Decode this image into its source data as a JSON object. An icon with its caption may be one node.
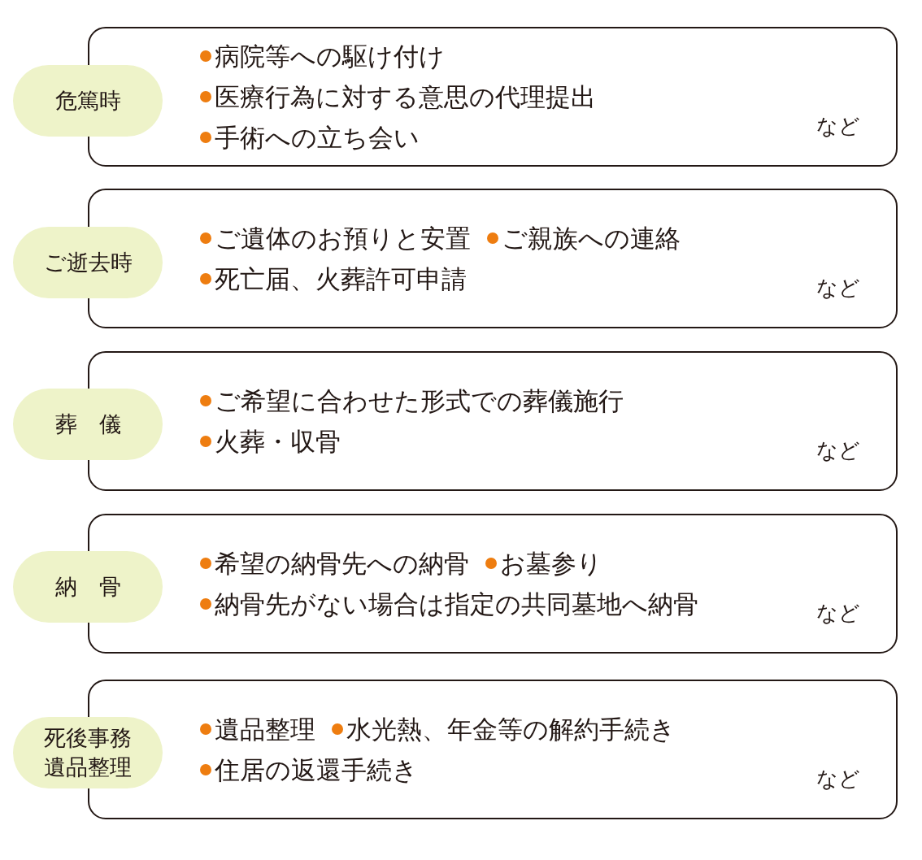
{
  "diagram": {
    "nodes": [
      {
        "text": [
          "危篤時"
        ]
      },
      {
        "text": [
          "病院等への駆け付け",
          "医療行為に対する意思の代理提出",
          "手術への立ち会い",
          "など"
        ]
      },
      {
        "text": [
          "ご逝去時"
        ]
      },
      {
        "text": [
          "ご遺体のお預りと安置",
          "ご親族への連絡",
          "死亡届、火葬許可申請",
          "など"
        ]
      },
      {
        "text": [
          "葬　儀"
        ]
      },
      {
        "text": [
          "ご希望に合わせた形式での葬儀施行",
          "火葬・収骨",
          "など"
        ]
      },
      {
        "text": [
          "納　骨"
        ]
      },
      {
        "text": [
          "希望の納骨先への納骨",
          "お墓参り",
          "納骨先がない場合は指定の共同墓地へ納骨",
          "など"
        ]
      },
      {
        "text": [
          "死後事務遺品整理"
        ]
      },
      {
        "text": [
          "遺品整理",
          "水光熱、年金等の解約手続き",
          "住居の返還手続き",
          "など"
        ]
      }
    ]
  }
}
